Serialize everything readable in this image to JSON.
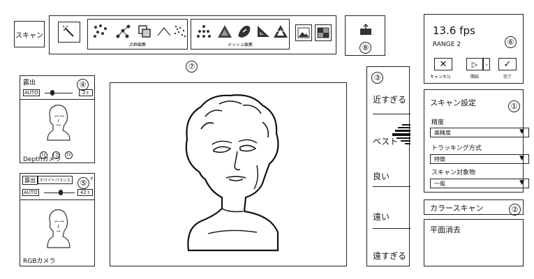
{
  "toolbar": {
    "scan_label": "スキャン",
    "point_group_label": "点群編集",
    "mesh_group_label": "メッシュ編集",
    "callout_toolbar": "⑦",
    "callout_export": "⑧"
  },
  "status_panel": {
    "fps": "13.6 fps",
    "range": "RANGE 2",
    "callout": "⑥",
    "cancel_label": "キャンセル",
    "start_label": "開始",
    "done_label": "完了"
  },
  "depth_panel": {
    "exposure_label": "露出",
    "auto_label": "AUTO",
    "value": "2",
    "callout": "④",
    "zoom_options": [
      "1x",
      "1.5x",
      "2x"
    ],
    "caption": "Depthカメラ"
  },
  "rgb_panel": {
    "exposure_label": "露出",
    "white_balance_label": "ホワイトバランス",
    "auto_label": "AUTO",
    "value": "42",
    "callout": "⑤",
    "flash_icon": "⚡",
    "caption": "RGBカメラ"
  },
  "quality_meter": {
    "callout": "③",
    "levels": [
      "近すぎる",
      "ベスト",
      "良い",
      "遠い",
      "遠すぎる"
    ]
  },
  "scan_settings": {
    "title": "スキャン設定",
    "callout": "①",
    "precision_label": "精度",
    "precision_value": "高精度",
    "tracking_label": "トラッキング方式",
    "tracking_value": "特徴",
    "target_label": "スキャン対象物",
    "target_value": "一般"
  },
  "color_scan": {
    "label": "カラースキャン",
    "callout": "②"
  },
  "plane_removal": {
    "label": "平面消去"
  }
}
